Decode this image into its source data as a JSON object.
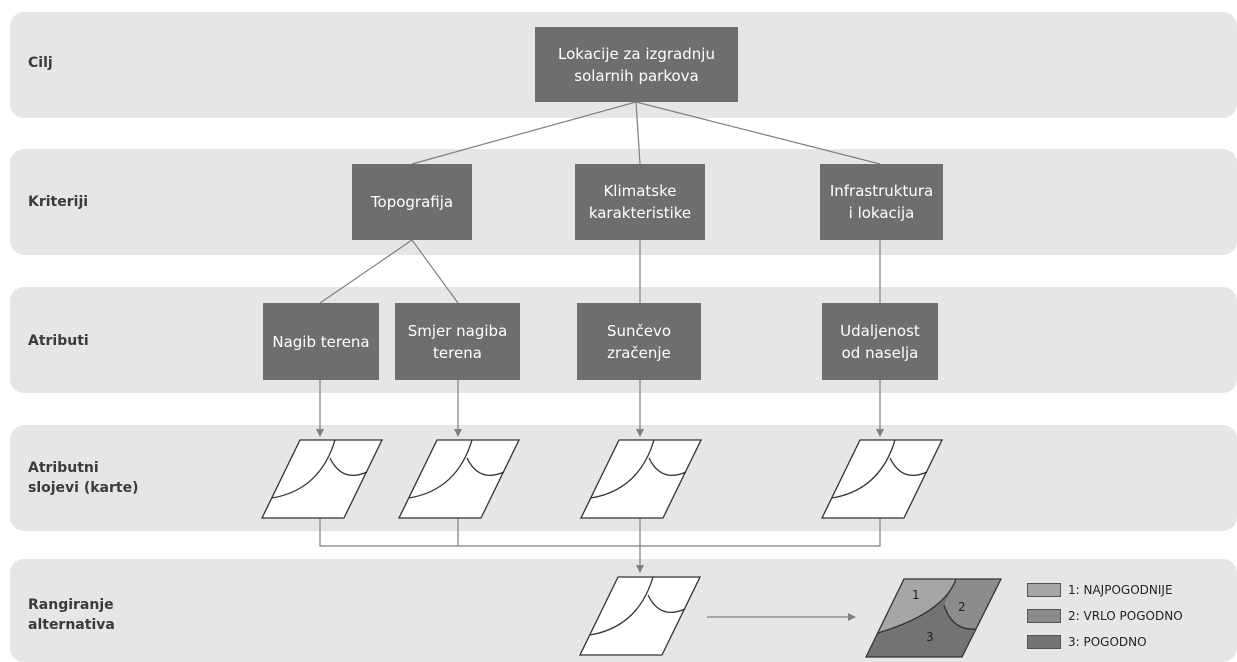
{
  "rows": [
    {
      "id": "cilj",
      "label": "Cilj"
    },
    {
      "id": "kriteriji",
      "label": "Kriteriji"
    },
    {
      "id": "atributi",
      "label": "Atributi"
    },
    {
      "id": "slojevi",
      "label": "Atributni\nslojevi (karte)"
    },
    {
      "id": "rangiranje",
      "label": "Rangiranje\nalternativa"
    }
  ],
  "goal": "Lokacije za izgradnju\nsolarnih parkova",
  "criteria": [
    "Topografija",
    "Klimatske\nkarakteristike",
    "Infrastruktura\ni lokacija"
  ],
  "attributes": [
    "Nagib terena",
    "Smjer nagiba\nterena",
    "Sunčevo\nzračenje",
    "Udaljenost\nod naselja"
  ],
  "result_map": {
    "zone_labels": [
      "1",
      "2",
      "3"
    ]
  },
  "legend": [
    {
      "label": "1: NAJPOGODNIJE",
      "color": "#a6a6a6"
    },
    {
      "label": "2: VRLO POGODNO",
      "color": "#8c8c8c"
    },
    {
      "label": "3: POGODNO",
      "color": "#737373"
    }
  ],
  "colors": {
    "band": "#e6e6e6",
    "box": "#6e6e6e",
    "line": "#7f7f7f"
  }
}
